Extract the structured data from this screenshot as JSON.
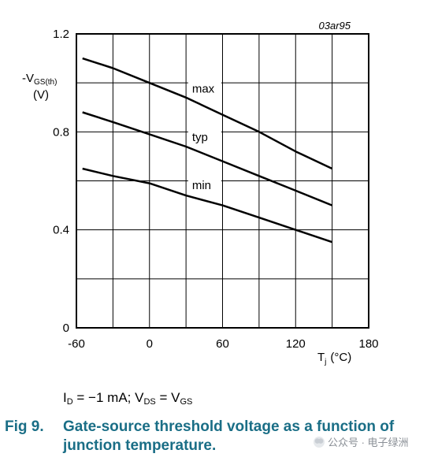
{
  "chart_data": {
    "type": "line",
    "figure_id": "03ar95",
    "ylabel_main": "-V",
    "ylabel_sub": "GS(th)",
    "ylabel_unit": "(V)",
    "xlabel_main": "T",
    "xlabel_sub": "j",
    "xlabel_unit": "(°C)",
    "xlim": [
      -60,
      180
    ],
    "ylim": [
      0,
      1.2
    ],
    "x_ticks": [
      -60,
      0,
      60,
      120,
      180
    ],
    "y_ticks": [
      0,
      0.4,
      0.8,
      1.2
    ],
    "x_tick_labels": [
      "-60",
      "0",
      "60",
      "120",
      "180"
    ],
    "y_tick_labels": [
      "0",
      "0.4",
      "0.8",
      "1.2"
    ],
    "grid": true,
    "grid_x_step": 30,
    "grid_y_step": 0.2,
    "series": [
      {
        "name": "max",
        "x": [
          -55,
          -30,
          0,
          30,
          60,
          90,
          120,
          150
        ],
        "y": [
          1.1,
          1.06,
          1.0,
          0.94,
          0.87,
          0.8,
          0.72,
          0.65
        ]
      },
      {
        "name": "typ",
        "x": [
          -55,
          -30,
          0,
          30,
          60,
          90,
          120,
          150
        ],
        "y": [
          0.88,
          0.84,
          0.79,
          0.74,
          0.68,
          0.62,
          0.56,
          0.5
        ]
      },
      {
        "name": "min",
        "x": [
          -55,
          -30,
          0,
          30,
          60,
          90,
          120,
          150
        ],
        "y": [
          0.65,
          0.62,
          0.59,
          0.54,
          0.5,
          0.45,
          0.4,
          0.35
        ]
      }
    ],
    "series_label_anchor_x": 35,
    "line_color": "#000000",
    "grid_color": "#000000"
  },
  "conditions": {
    "id_sym": "I",
    "id_sub": "D",
    "id_val": " = −1 mA; V",
    "vds_sub": "DS",
    "eq": " = V",
    "vgs_sub": "GS"
  },
  "caption": {
    "number": "Fig 9.",
    "text": "Gate-source threshold voltage as a function of junction temperature.",
    "color": "#1a6e86"
  },
  "watermark": {
    "text": "公众号 · 电子绿洲"
  }
}
